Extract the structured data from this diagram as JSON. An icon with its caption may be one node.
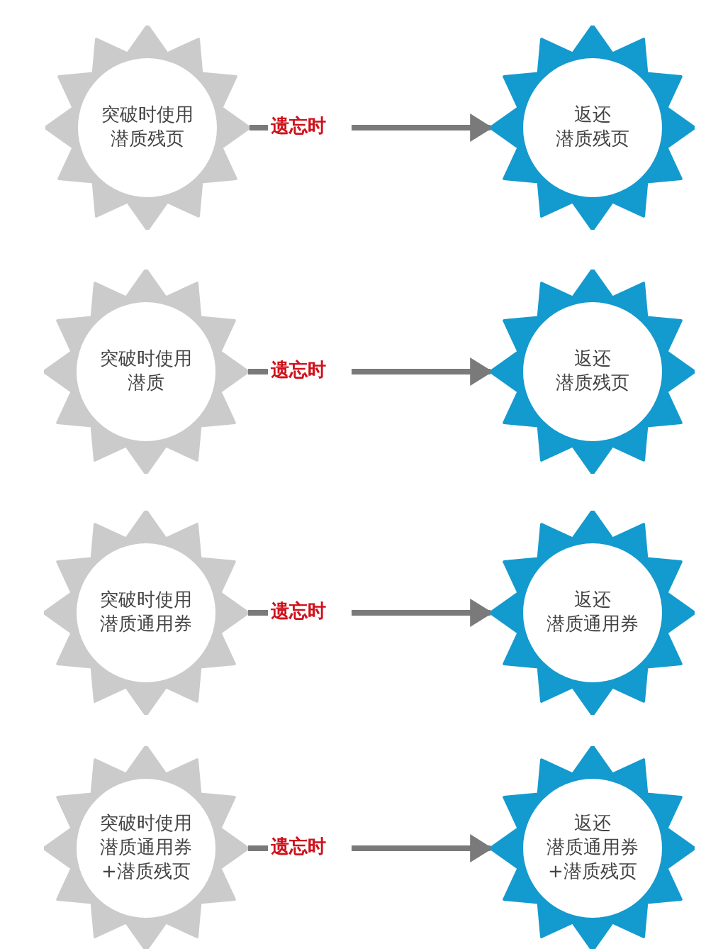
{
  "diagram": {
    "nodes": [
      {
        "text": [
          "突破时使用潜质残页"
        ]
      },
      {
        "text": [
          "返还潜质残页"
        ]
      },
      {
        "text": [
          "突破时使用潜质"
        ]
      },
      {
        "text": [
          "返还潜质残页"
        ]
      },
      {
        "text": [
          "突破时使用潜质通用券"
        ]
      },
      {
        "text": [
          "返还潜质通用券"
        ]
      },
      {
        "text": [
          "突破时使用潜质通用券+潜质残页"
        ]
      },
      {
        "text": [
          "返还潜质通用券+潜质残页"
        ]
      }
    ],
    "edges": [
      {
        "from": 0,
        "to": 1,
        "arrow": "to",
        "label": "遗忘时"
      },
      {
        "from": 2,
        "to": 3,
        "arrow": "to",
        "label": "遗忘时"
      },
      {
        "from": 4,
        "to": 5,
        "arrow": "to",
        "label": "遗忘时"
      },
      {
        "from": 6,
        "to": 7,
        "arrow": "to",
        "label": "遗忘时"
      }
    ]
  }
}
